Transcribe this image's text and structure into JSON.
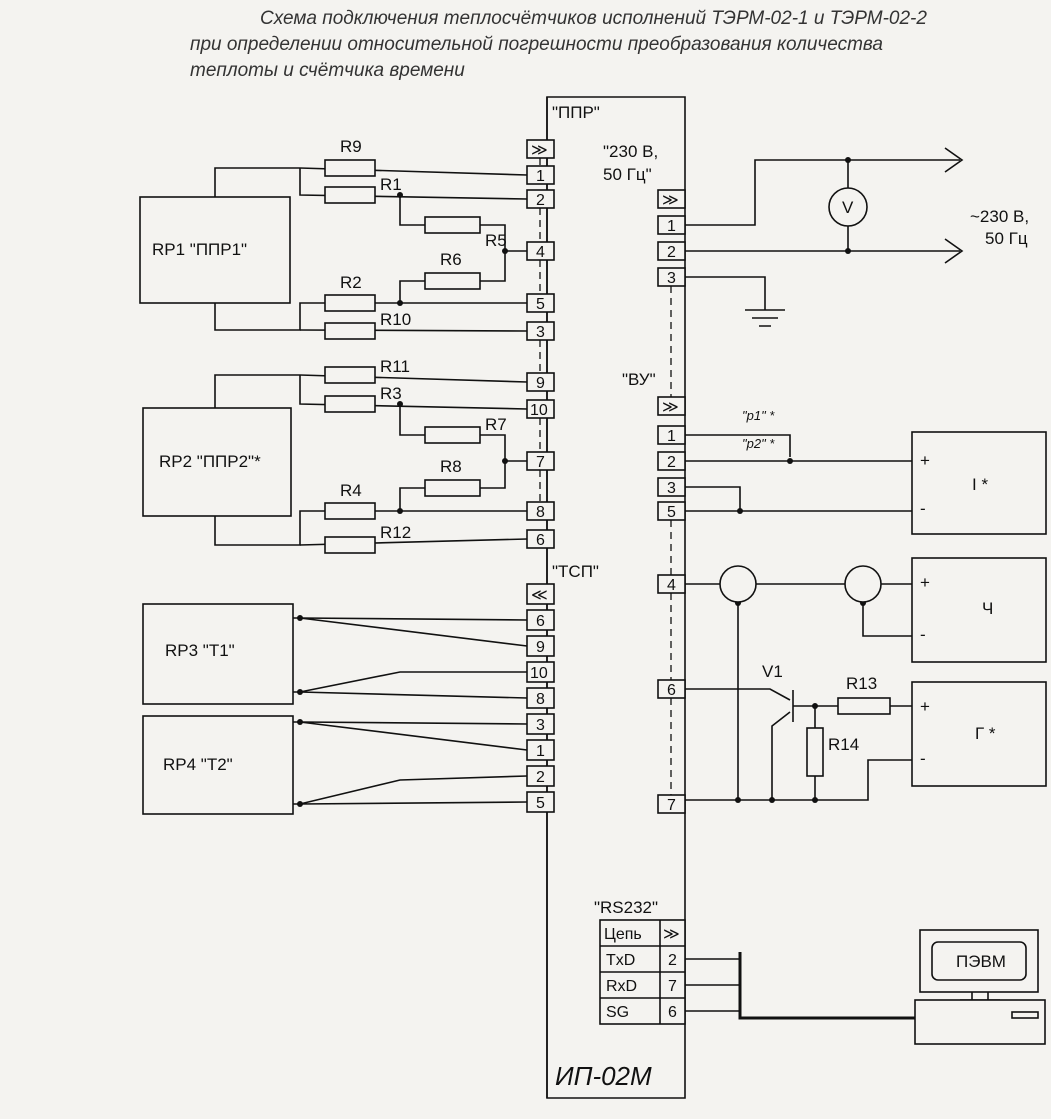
{
  "title_lines": [
    "Схема подключения теплосчётчиков исполнений ТЭРМ-02-1 и ТЭРМ-02-2",
    "при определении относительной погрешности преобразования количества",
    "теплоты и счётчика времени"
  ],
  "main_unit_label": "ИП-02М",
  "connectors": {
    "ppr": "\"ППР\"",
    "power": "\"230 В,",
    "power_2": "50 Гц\"",
    "vu": "\"ВУ\"",
    "tsp": "\"ТСП\"",
    "rs232": "\"RS232\""
  },
  "supply_label": "~230 В,",
  "supply_label_2": "50 Гц",
  "voltmeter": "V",
  "sensors": {
    "rp1": "RP1  \"ППР1\"",
    "rp2": "RP2  \"ППР2\"*",
    "rp3": "RP3  \"Т1\"",
    "rp4": "RP4  \"Т2\""
  },
  "resistors": {
    "r1": "R1",
    "r2": "R2",
    "r3": "R3",
    "r4": "R4",
    "r5": "R5",
    "r6": "R6",
    "r7": "R7",
    "r8": "R8",
    "r9": "R9",
    "r10": "R10",
    "r11": "R11",
    "r12": "R12",
    "r13": "R13",
    "r14": "R14"
  },
  "transistor": "V1",
  "signals": {
    "p1": "\"p1\" *",
    "p2": "\"p2\" *"
  },
  "devices": {
    "i": "I *",
    "ch": "Ч",
    "g": "Г *",
    "pc": "ПЭВМ"
  },
  "polarity": {
    "plus": "+",
    "minus": "-"
  },
  "rs232_table": {
    "header": "Цепь",
    "rows": [
      {
        "name": "TxD",
        "pin": "2"
      },
      {
        "name": "RxD",
        "pin": "7"
      },
      {
        "name": "SG",
        "pin": "6"
      }
    ]
  },
  "pins": {
    "ppr": [
      "1",
      "2",
      "4",
      "5",
      "3",
      "9",
      "10",
      "7",
      "8",
      "6"
    ],
    "tsp": [
      "6",
      "9",
      "10",
      "8",
      "3",
      "1",
      "2",
      "5"
    ],
    "power": [
      "1",
      "2",
      "3"
    ],
    "vu": [
      "1",
      "2",
      "3",
      "5",
      "4",
      "6",
      "7"
    ]
  },
  "arrows": {
    "male": "≫",
    "female": "≪"
  }
}
